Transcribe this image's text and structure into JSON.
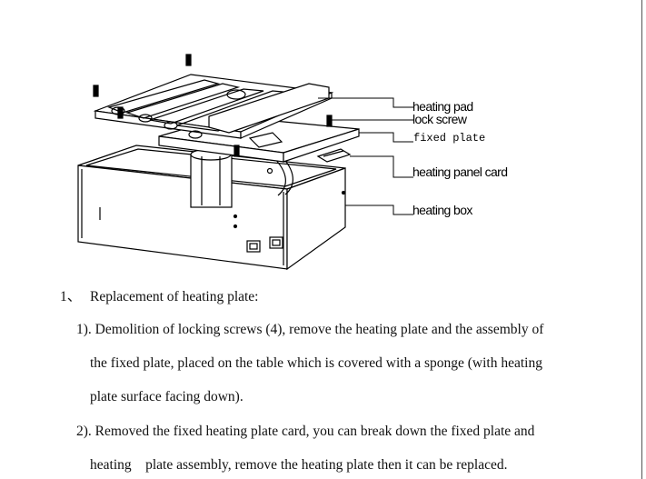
{
  "diagram": {
    "labels": {
      "heating_pad": "heating pad",
      "lock_screw": "lock screw",
      "fixed_plate": "fixed plate",
      "heating_panel_card": "heating panel card",
      "heating_box": "heating box"
    }
  },
  "section": {
    "number": "1、",
    "title": "Replacement of heating plate:",
    "lines": [
      "1). Demolition of locking screws (4), remove the heating plate and the assembly of",
      "the fixed plate, placed on the table which is covered with a sponge (with heating",
      "plate surface facing down).",
      "2). Removed the fixed heating plate card, you can break down the fixed plate and",
      "heating    plate assembly, remove the heating plate then it can be replaced."
    ]
  }
}
